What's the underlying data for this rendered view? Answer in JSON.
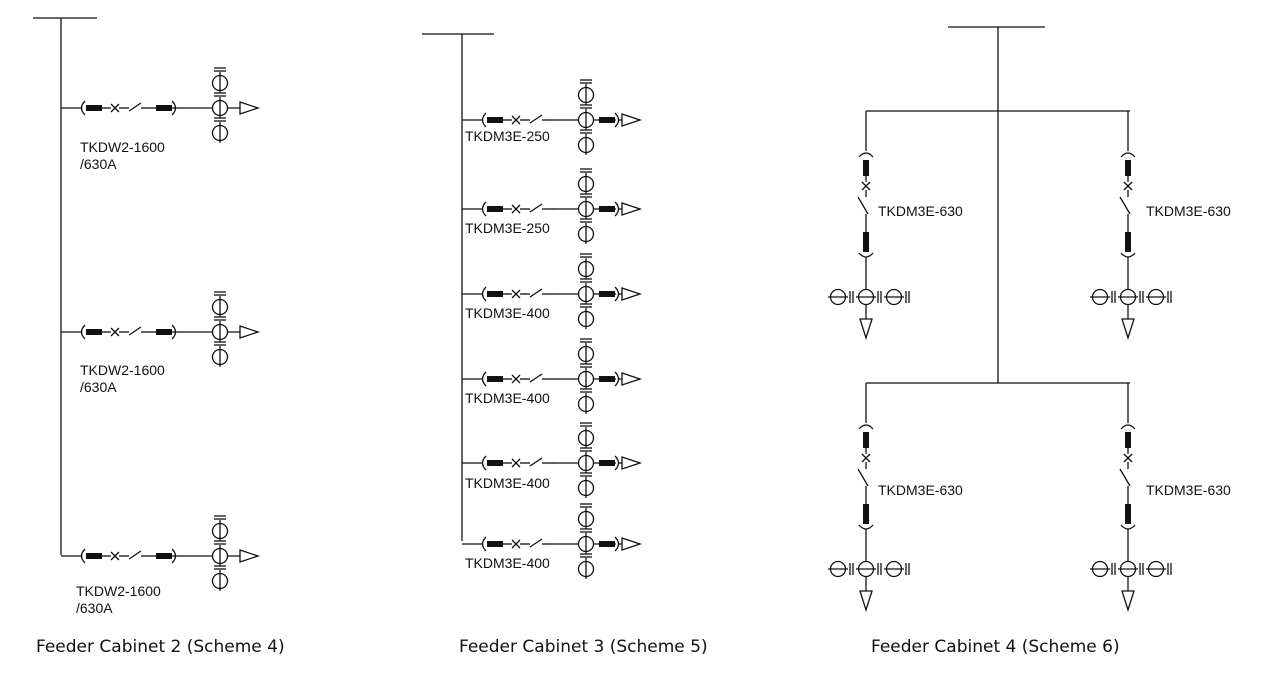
{
  "schemes": [
    {
      "caption": "Feeder Cabinet 2 (Scheme 4)",
      "feeders": [
        {
          "model": "TKDW2-1600",
          "rating": "/630A"
        },
        {
          "model": "TKDW2-1600",
          "rating": "/630A"
        },
        {
          "model": "TKDW2-1600",
          "rating": "/630A"
        }
      ]
    },
    {
      "caption": "Feeder Cabinet 3 (Scheme 5)",
      "feeders": [
        {
          "model": "TKDM3E-250"
        },
        {
          "model": "TKDM3E-250"
        },
        {
          "model": "TKDM3E-400"
        },
        {
          "model": "TKDM3E-400"
        },
        {
          "model": "TKDM3E-400"
        },
        {
          "model": "TKDM3E-400"
        }
      ]
    },
    {
      "caption": "Feeder Cabinet 4 (Scheme 6)",
      "feeders": [
        {
          "model": "TKDM3E-630"
        },
        {
          "model": "TKDM3E-630"
        },
        {
          "model": "TKDM3E-630"
        },
        {
          "model": "TKDM3E-630"
        }
      ]
    }
  ]
}
